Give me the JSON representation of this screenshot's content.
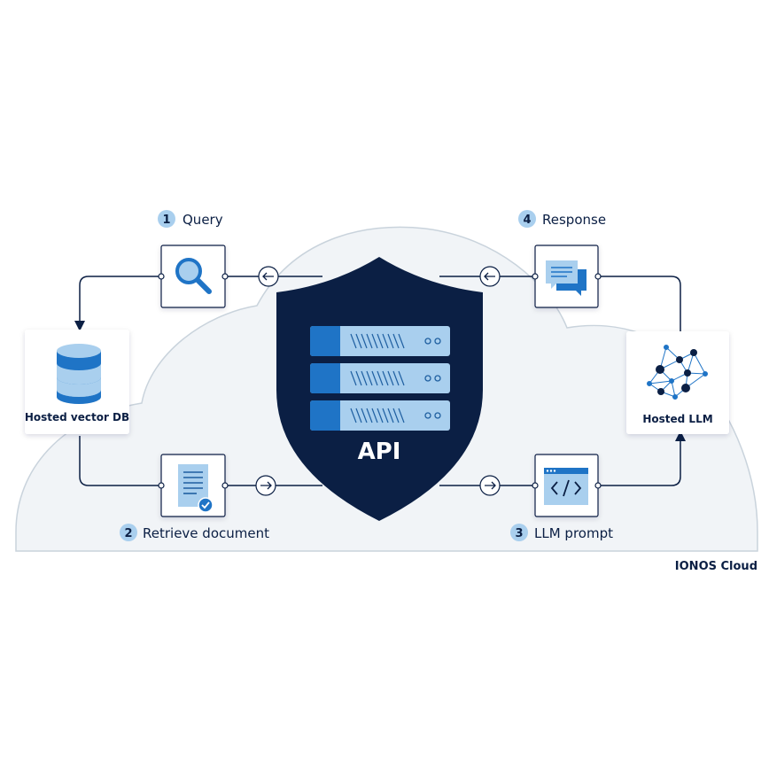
{
  "steps": [
    {
      "number": "1",
      "label": "Query"
    },
    {
      "number": "2",
      "label": "Retrieve document"
    },
    {
      "number": "3",
      "label": "LLM prompt"
    },
    {
      "number": "4",
      "label": "Response"
    }
  ],
  "nodes": {
    "vector_db": "Hosted vector DB",
    "llm": "Hosted LLM",
    "api": "API"
  },
  "footer": "IONOS Cloud",
  "colors": {
    "navy": "#0b1f44",
    "blue": "#1f74c6",
    "light_blue": "#a9cfee",
    "cloud": "#f1f4f7",
    "cloud_stroke": "#c9d3dc"
  },
  "icons": {
    "query": "magnifier-icon",
    "document": "document-check-icon",
    "prompt": "code-window-icon",
    "response": "chat-bubbles-icon",
    "database": "database-icon",
    "network": "neural-network-icon",
    "server": "server-rack-icon"
  }
}
